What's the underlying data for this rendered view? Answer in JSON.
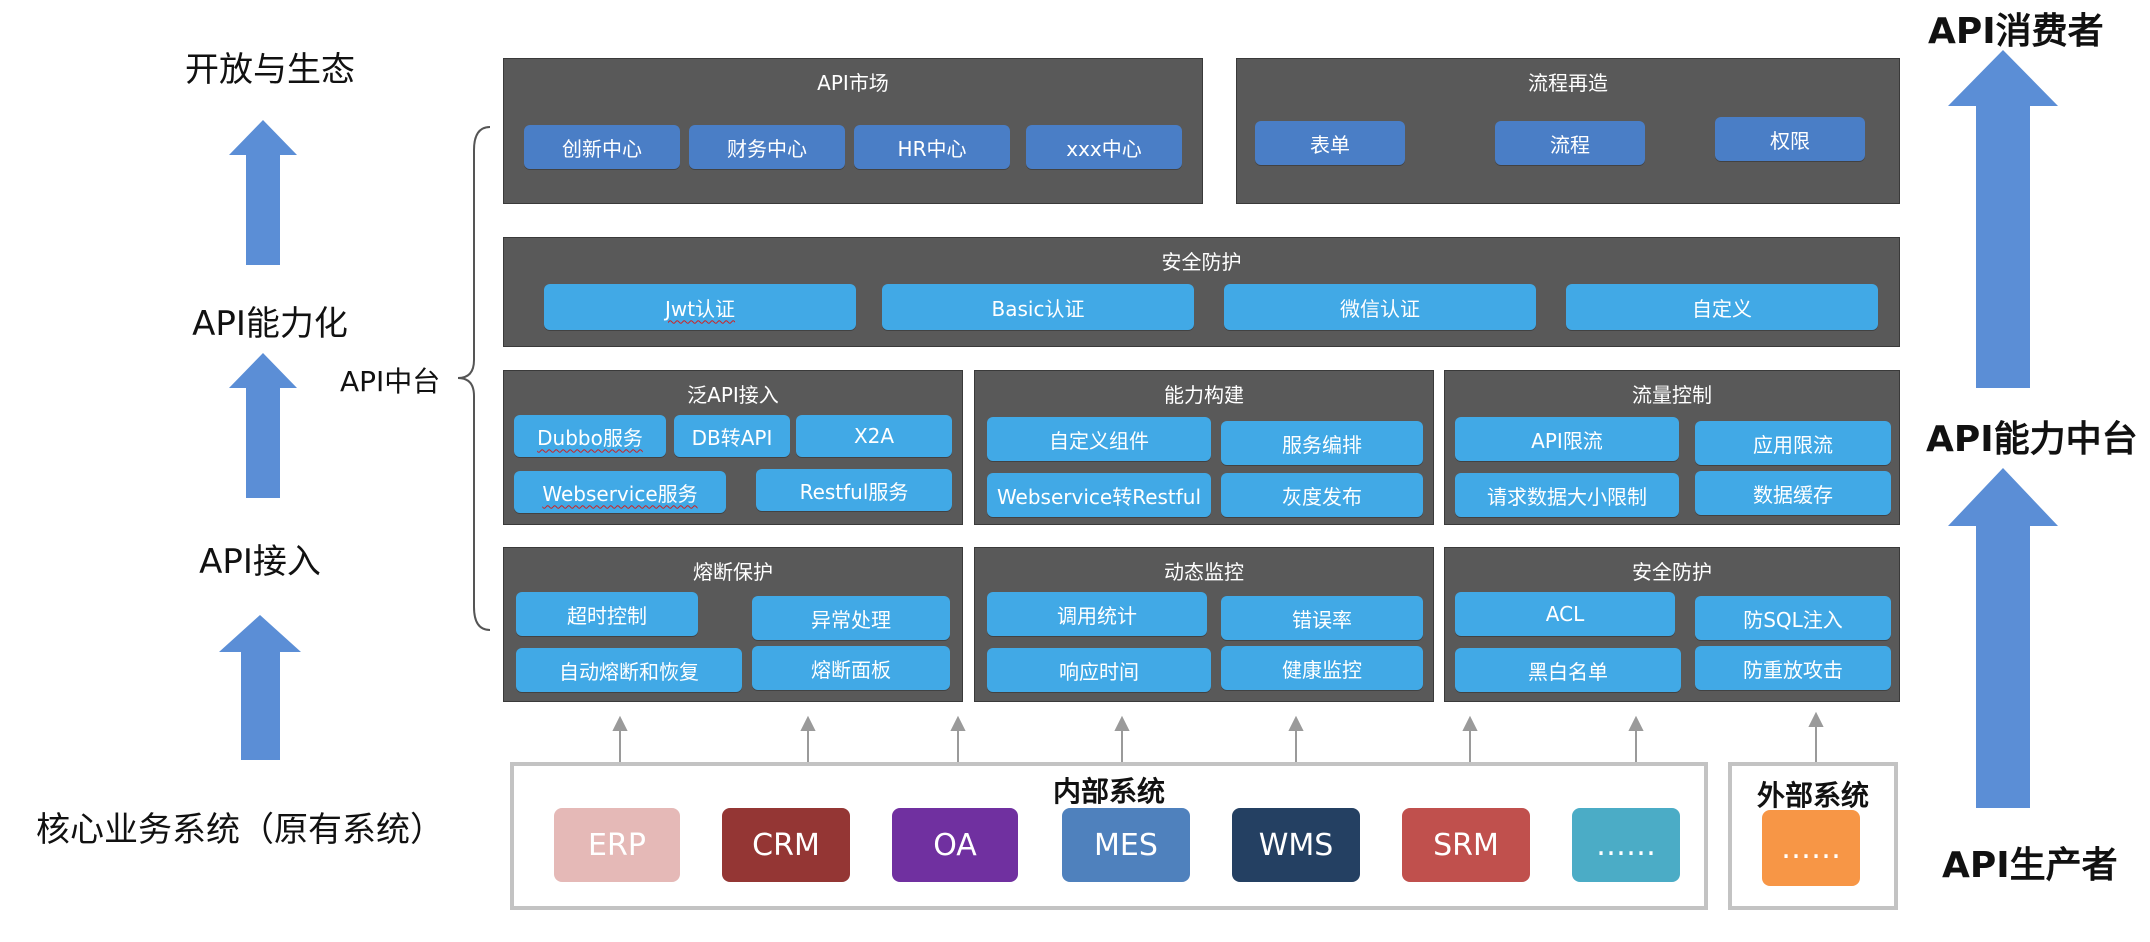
{
  "left_labels": {
    "top": "开放与生态",
    "second": "API能力化",
    "third": "API接入",
    "bottom": "核心业务系统（原有系统）"
  },
  "bracket_label": "API中台",
  "right_labels": {
    "top": "API消费者",
    "middle": "API能力中台",
    "bottom": "API生产者"
  },
  "panels": {
    "api_market": {
      "title": "API市场",
      "items": [
        "创新中心",
        "财务中心",
        "HR中心",
        "xxx中心"
      ]
    },
    "process": {
      "title": "流程再造",
      "items": [
        "表单",
        "流程",
        "权限"
      ]
    },
    "security_auth": {
      "title": "安全防护",
      "items": [
        "Jwt认证",
        "Basic认证",
        "微信认证",
        "自定义"
      ]
    },
    "access": {
      "title": "泛API接入",
      "items": [
        "Dubbo服务",
        "DB转API",
        "X2A",
        "Webservice服务",
        "Restful服务"
      ]
    },
    "capability": {
      "title": "能力构建",
      "items": [
        "自定义组件",
        "服务编排",
        "Webservice转Restful",
        "灰度发布"
      ]
    },
    "flow_control": {
      "title": "流量控制",
      "items": [
        "API限流",
        "应用限流",
        "请求数据大小限制",
        "数据缓存"
      ]
    },
    "circuit": {
      "title": "熔断保护",
      "items": [
        "超时控制",
        "异常处理",
        "自动熔断和恢复",
        "熔断面板"
      ]
    },
    "monitor": {
      "title": "动态监控",
      "items": [
        "调用统计",
        "错误率",
        "响应时间",
        "健康监控"
      ]
    },
    "security_protect": {
      "title": "安全防护",
      "items": [
        "ACL",
        "防SQL注入",
        "黑白名单",
        "防重放攻击"
      ]
    }
  },
  "internal_systems": {
    "title": "内部系统",
    "items": [
      {
        "label": "ERP",
        "color": "#e5b9b7"
      },
      {
        "label": "CRM",
        "color": "#943634"
      },
      {
        "label": "OA",
        "color": "#7030a0"
      },
      {
        "label": "MES",
        "color": "#4f81bd"
      },
      {
        "label": "WMS",
        "color": "#244062"
      },
      {
        "label": "SRM",
        "color": "#c0504d"
      },
      {
        "label": "……",
        "color": "#4bacc6"
      }
    ]
  },
  "external_systems": {
    "title": "外部系统",
    "items": [
      {
        "label": "……",
        "color": "#f79646"
      }
    ]
  },
  "colors": {
    "panel": "#595959",
    "chip": "#41a9e6",
    "arrow": "#5b8ed6",
    "frame": "#c3c3c3"
  }
}
